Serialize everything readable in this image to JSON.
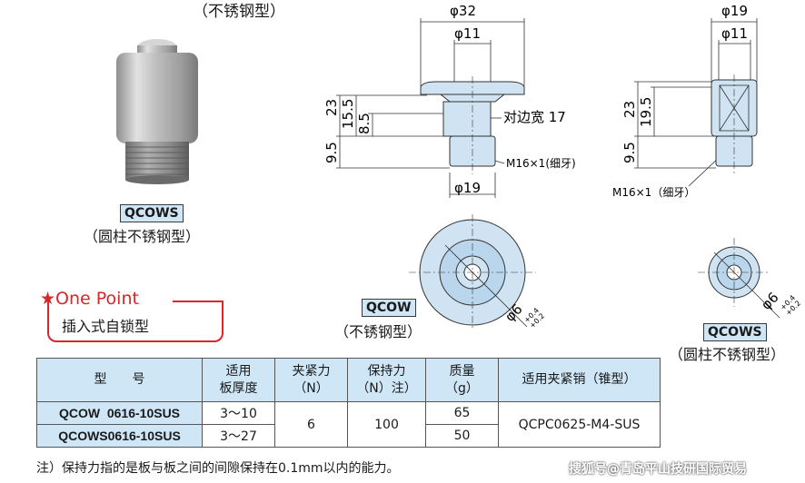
{
  "header": {
    "top_caption": "（不锈钢型）"
  },
  "photo": {
    "badge": "QCOWS",
    "caption": "（圆柱不锈钢型）"
  },
  "one_point": {
    "title": "★One Point",
    "description": "插入式自锁型"
  },
  "drawing_qcow": {
    "dim_top_outer": "φ32",
    "dim_top_inner": "φ11",
    "dim_h_total": "23",
    "dim_h_mid": "15.5",
    "dim_h_small": "8.5",
    "dim_h_bottom": "9.5",
    "label_flats": "对边宽 17",
    "label_thread": "M16×1(细牙)",
    "dim_bottom": "φ19",
    "dim_hole": "φ6",
    "tol_upper": "+0.4",
    "tol_lower": "+0.2",
    "badge": "QCOW",
    "caption": "（不锈钢型）"
  },
  "drawing_qcows": {
    "dim_top_outer": "φ19",
    "dim_top_inner": "φ11",
    "dim_h_total": "23",
    "dim_h_mid": "19.5",
    "dim_h_bottom": "9.5",
    "label_thread": "M16×1（细牙）",
    "dim_hole": "φ6",
    "tol_upper": "+0.4",
    "tol_lower": "+0.2",
    "badge": "QCOWS",
    "caption": "（圆柱不锈钢型）"
  },
  "table": {
    "headers": {
      "model": "型　　号",
      "thickness_1": "适用",
      "thickness_2": "板厚度",
      "clamp_1": "夹紧力",
      "clamp_2": "（N）",
      "hold_1": "保持力",
      "hold_2": "（N）注）",
      "mass_1": "质量",
      "mass_2": "（g）",
      "pin": "适用夹紧销（锥型）"
    },
    "rows": [
      {
        "model": "QCOW  0616-10SUS",
        "thickness": "3～10",
        "mass": "65"
      },
      {
        "model": "QCOWS0616-10SUS",
        "thickness": "3～27",
        "mass": "50"
      }
    ],
    "shared": {
      "clamp": "6",
      "hold": "100",
      "pin": "QCPC0625-M4-SUS"
    }
  },
  "note": "注）保持力指的是板与板之间的间隙保持在0.1mm以内的能力。",
  "watermark": "搜狐号@青岛平山技研国际贸易",
  "colors": {
    "badge_bg": "#cfe6f6",
    "accent_red": "#d8262a",
    "part_fill": "#cfe3f2"
  }
}
